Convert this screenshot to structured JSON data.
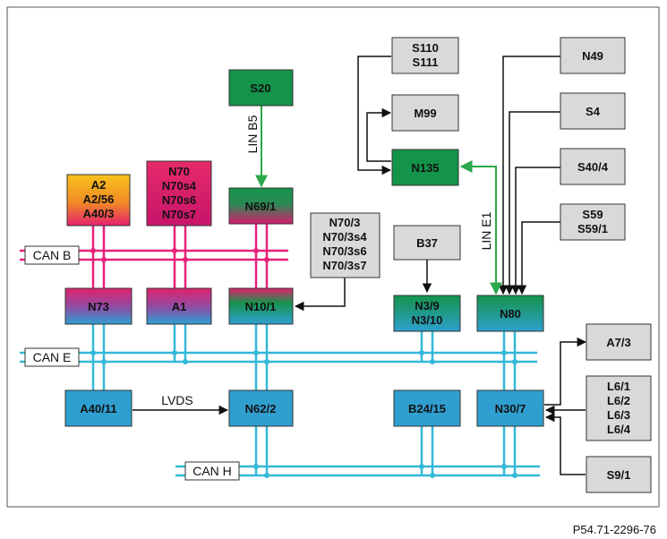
{
  "figure_ref": "P54.71-2296-76",
  "buses": {
    "can_b": "CAN B",
    "can_e": "CAN E",
    "can_h": "CAN H"
  },
  "links": {
    "lin_b5": "LIN B5",
    "lin_e1": "LIN E1",
    "lvds": "LVDS"
  },
  "modules": {
    "s20": [
      "S20"
    ],
    "a2": [
      "A2",
      "A2/56",
      "A40/3"
    ],
    "n70": [
      "N70",
      "N70s4",
      "N70s6",
      "N70s7"
    ],
    "n69_1": [
      "N69/1"
    ],
    "n70_3": [
      "N70/3",
      "N70/3s4",
      "N70/3s6",
      "N70/3s7"
    ],
    "n73": [
      "N73"
    ],
    "a1": [
      "A1"
    ],
    "n10_1": [
      "N10/1"
    ],
    "a40_11": [
      "A40/11"
    ],
    "n62_2": [
      "N62/2"
    ],
    "s110": [
      "S110",
      "S111"
    ],
    "m99": [
      "M99"
    ],
    "n135": [
      "N135"
    ],
    "b37": [
      "B37"
    ],
    "n3_9": [
      "N3/9",
      "N3/10"
    ],
    "b24_15": [
      "B24/15"
    ],
    "n49": [
      "N49"
    ],
    "s4": [
      "S4"
    ],
    "s40_4": [
      "S40/4"
    ],
    "s59": [
      "S59",
      "S59/1"
    ],
    "n80": [
      "N80"
    ],
    "n30_7": [
      "N30/7"
    ],
    "a7_3": [
      "A7/3"
    ],
    "l6": [
      "L6/1",
      "L6/2",
      "L6/3",
      "L6/4"
    ],
    "s9_1": [
      "S9/1"
    ]
  },
  "colors": {
    "can_b": "#e8207a",
    "can_e_h": "#33b8d8",
    "lin": "#2aa84a",
    "grey_box": "#d9d9d9",
    "green_box": "#14934a",
    "blue_box": "#2f9fd0"
  }
}
